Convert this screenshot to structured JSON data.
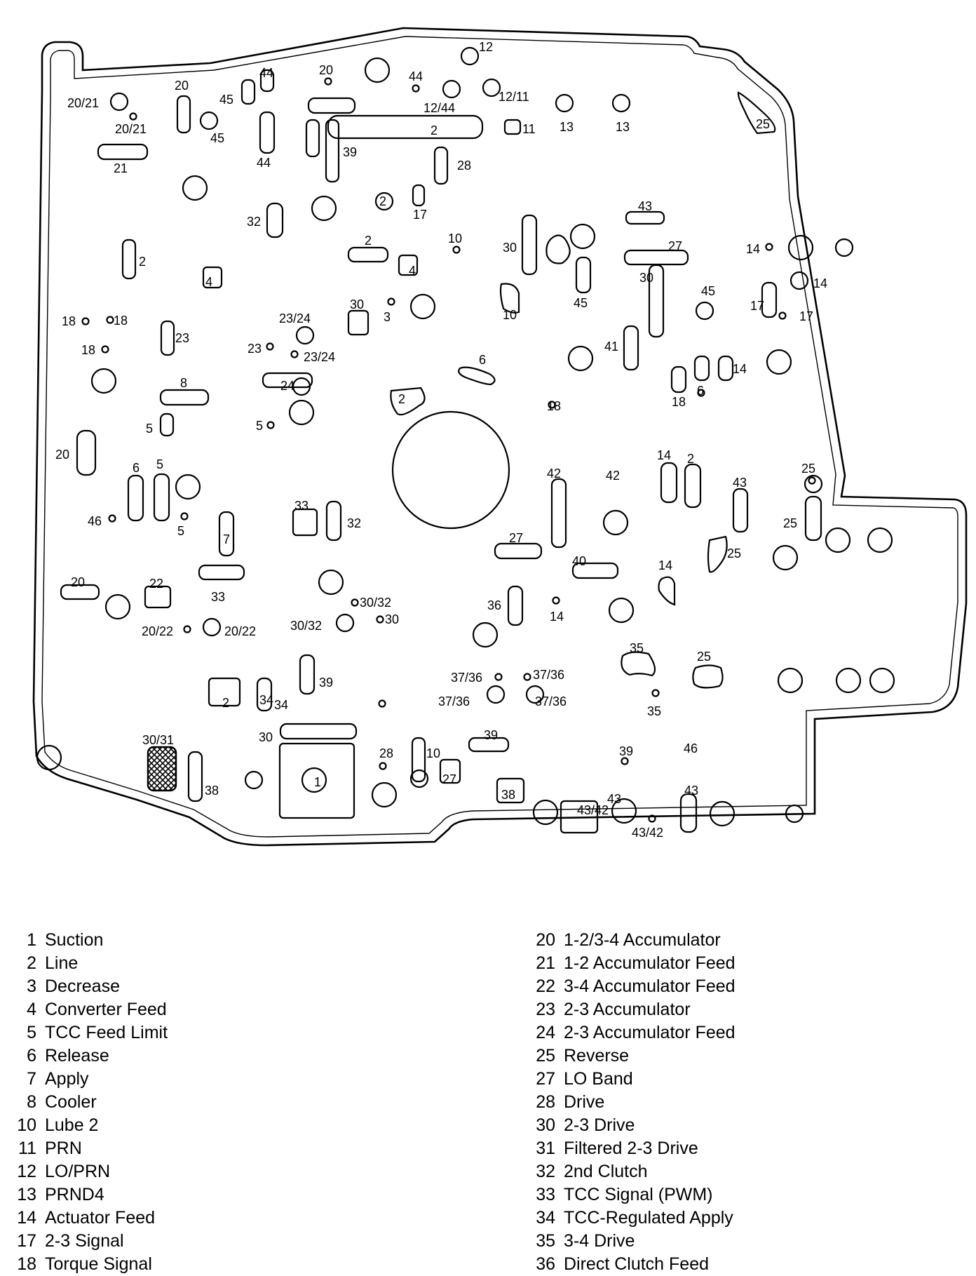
{
  "outline_labels": [
    "20/21",
    "20/21",
    "21",
    "20",
    "45",
    "45",
    "44",
    "44",
    "20",
    "39",
    "44",
    "12/44",
    "12",
    "12/11",
    "11",
    "2",
    "13",
    "13",
    "25",
    "28",
    "2",
    "17",
    "32",
    "2",
    "10",
    "2",
    "4",
    "4",
    "30",
    "43",
    "27",
    "14",
    "14",
    "30",
    "45",
    "45",
    "10",
    "17",
    "17",
    "18",
    "18",
    "18",
    "23",
    "23/24",
    "23",
    "23/24",
    "30",
    "3",
    "6",
    "41",
    "14",
    "6",
    "18",
    "8",
    "24",
    "2",
    "18",
    "5",
    "5",
    "20",
    "14",
    "2",
    "6",
    "5",
    "46",
    "5",
    "33",
    "32",
    "42",
    "42",
    "43",
    "25",
    "25",
    "7",
    "27",
    "25",
    "40",
    "14",
    "33",
    "20",
    "22",
    "30/32",
    "36",
    "14",
    "20/22",
    "20/22",
    "30/32",
    "30",
    "35",
    "25",
    "39",
    "34",
    "37/36",
    "37/36",
    "37/36",
    "37/36",
    "35",
    "2",
    "34",
    "30",
    "39",
    "30/31",
    "28",
    "10",
    "39",
    "46",
    "1",
    "27",
    "38",
    "38",
    "43/42",
    "43",
    "43",
    "43/42"
  ],
  "legend_left": [
    {
      "num": "1",
      "label": "Suction"
    },
    {
      "num": "2",
      "label": "Line"
    },
    {
      "num": "3",
      "label": "Decrease"
    },
    {
      "num": "4",
      "label": "Converter Feed"
    },
    {
      "num": "5",
      "label": "TCC Feed Limit"
    },
    {
      "num": "6",
      "label": "Release"
    },
    {
      "num": "7",
      "label": "Apply"
    },
    {
      "num": "8",
      "label": "Cooler"
    },
    {
      "num": "10",
      "label": "Lube 2"
    },
    {
      "num": "11",
      "label": "PRN"
    },
    {
      "num": "12",
      "label": "LO/PRN"
    },
    {
      "num": "13",
      "label": "PRND4"
    },
    {
      "num": "14",
      "label": "Actuator Feed"
    },
    {
      "num": "17",
      "label": "2-3 Signal"
    },
    {
      "num": "18",
      "label": "Torque Signal"
    }
  ],
  "legend_right": [
    {
      "num": "20",
      "label": "1-2/3-4 Accumulator"
    },
    {
      "num": "21",
      "label": "1-2 Accumulator Feed"
    },
    {
      "num": "22",
      "label": "3-4 Accumulator Feed"
    },
    {
      "num": "23",
      "label": "2-3 Accumulator"
    },
    {
      "num": "24",
      "label": "2-3 Accumulator Feed"
    },
    {
      "num": "25",
      "label": "Reverse"
    },
    {
      "num": "27",
      "label": "LO Band"
    },
    {
      "num": "28",
      "label": "Drive"
    },
    {
      "num": "30",
      "label": "2-3 Drive"
    },
    {
      "num": "31",
      "label": "Filtered 2-3 Drive"
    },
    {
      "num": "32",
      "label": "2nd Clutch"
    },
    {
      "num": "33",
      "label": "TCC Signal (PWM)"
    },
    {
      "num": "34",
      "label": "TCC-Regulated Apply"
    },
    {
      "num": "35",
      "label": "3-4 Drive"
    },
    {
      "num": "36",
      "label": "Direct Clutch Feed"
    }
  ]
}
